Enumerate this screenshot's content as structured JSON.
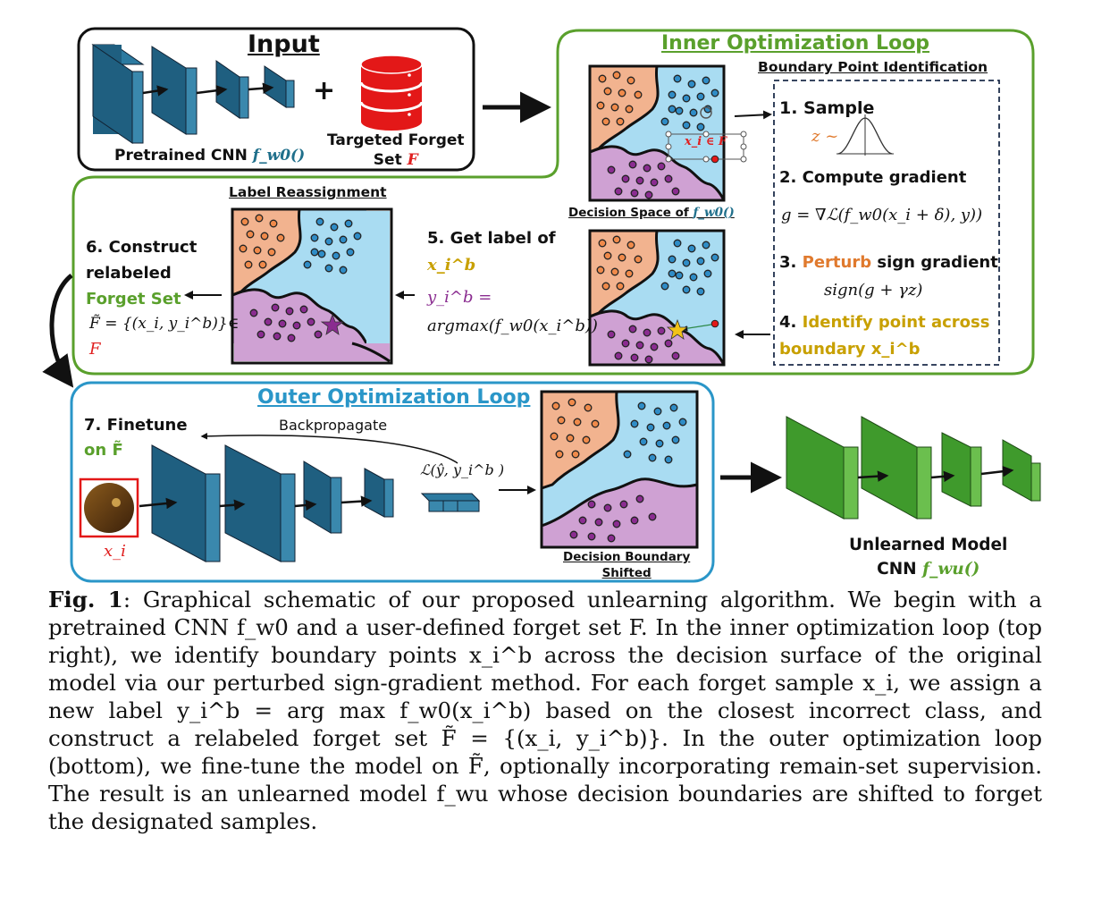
{
  "input": {
    "title": "Input",
    "pretrained_label": "Pretrained CNN",
    "pretrained_fn": "f_w0()",
    "plus": "+",
    "forget_label_line1": "Targeted Forget",
    "forget_label_line2": "Set",
    "forget_symbol": "F"
  },
  "inner": {
    "title": "Inner Optimization Loop",
    "boundary_title": "Boundary Point Identification",
    "decision_space_label": "Decision Space of",
    "decision_space_fn": "f_w0()",
    "xi_label": "x_i ∈ F",
    "step1": "1.  Sample",
    "step1_formula": "z ~",
    "step2": "2. Compute gradient",
    "step2_formula": "g = ∇ℒ(f_w0(x_i + δ), y))",
    "step3_prefix": "3.",
    "step3_colored": "Perturb",
    "step3_suffix": "sign gradient",
    "step3_formula": "sign(g + γz)",
    "step4_prefix": "4.",
    "step4_colored": "Identify point across",
    "step4_line2": "boundary  x_i^b"
  },
  "label_reassign": {
    "title": "Label Reassignment",
    "step5_line1": "5. Get label of",
    "step5_xib": "x_i^b",
    "step5_yib": "y_i^b =",
    "step5_formula": "argmax(f_w0(x_i^b))",
    "step6_line1": "6. Construct",
    "step6_line2": "relabeled",
    "step6_line3": "Forget Set",
    "step6_formula": "F̃ = {(x_i, y_i^b)}∈",
    "step6_F": "F"
  },
  "outer": {
    "title": "Outer Optimization Loop",
    "step7_line1": "7. Finetune",
    "step7_line2": "on F̃",
    "backprop": "Backpropagate",
    "loss": "ℒ(ŷ, y_i^b )",
    "xi": "x_i",
    "shifted_line1": "Decision Boundary",
    "shifted_line2": "Shifted"
  },
  "unlearned": {
    "line1": "Unlearned Model",
    "line2": "CNN",
    "fn": "f_wu()"
  },
  "caption": {
    "label": "Fig. 1",
    "text": ": Graphical schematic of our proposed unlearning algorithm. We begin with a pretrained CNN f_w0 and a user-defined forget set F. In the inner optimization loop (top right), we identify boundary points x_i^b across the decision surface of the original model via our perturbed sign-gradient method. For each forget sample x_i, we assign a new label y_i^b = arg max f_w0(x_i^b) based on the closest incorrect class, and construct a relabeled forget set F̃ = {(x_i, y_i^b)}. In the outer optimization loop (bottom), we fine-tune the model on F̃, optionally incorporating remain-set supervision. The result is an unlearned model f_wu whose decision boundaries are shifted to forget the designated samples."
  },
  "colors": {
    "green": "#5aa02c",
    "blue": "#2a96c8",
    "cnn_blue": "#1f5f80",
    "cnn_green": "#3f9a2c",
    "region_orange": "#f2b38f",
    "region_blue": "#a9dcf2",
    "region_purple": "#cfa1d3"
  }
}
